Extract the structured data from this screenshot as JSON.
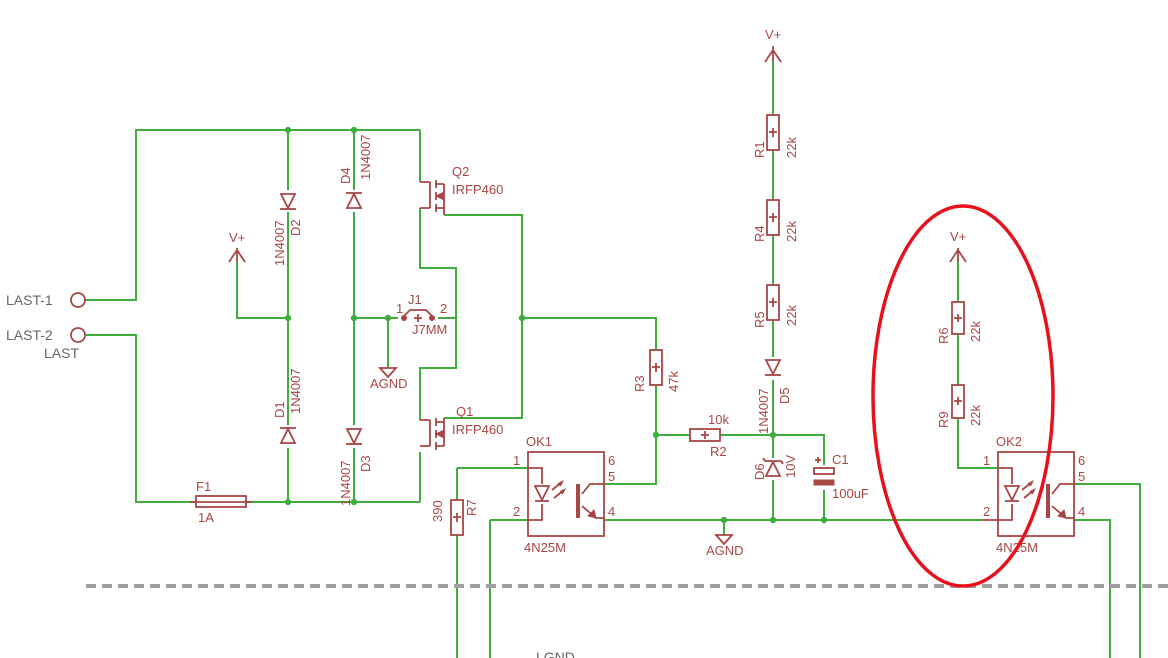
{
  "connectors": {
    "last1": "LAST-1",
    "last2": "LAST-2",
    "last": "LAST"
  },
  "supply": {
    "vplus": "V+",
    "agnd": "AGND",
    "lgnd": "LGND"
  },
  "components": {
    "d1": {
      "name": "D1",
      "value": "1N4007"
    },
    "d2": {
      "name": "D2",
      "value": "1N4007"
    },
    "d3": {
      "name": "D3",
      "value": "1N4007"
    },
    "d4": {
      "name": "D4",
      "value": "1N4007"
    },
    "d5": {
      "name": "D5",
      "value": "1N4007"
    },
    "d6": {
      "name": "D6",
      "value": "10V"
    },
    "q1": {
      "name": "Q1",
      "value": "IRFP460"
    },
    "q2": {
      "name": "Q2",
      "value": "IRFP460"
    },
    "j1": {
      "name": "J1",
      "value": "J7MM",
      "pin1": "1",
      "pin2": "2"
    },
    "f1": {
      "name": "F1",
      "value": "1A"
    },
    "r1": {
      "name": "R1",
      "value": "22k"
    },
    "r2": {
      "name": "R2",
      "value": "10k"
    },
    "r3": {
      "name": "R3",
      "value": "47k"
    },
    "r4": {
      "name": "R4",
      "value": "22k"
    },
    "r5": {
      "name": "R5",
      "value": "22k"
    },
    "r6": {
      "name": "R6",
      "value": "22k"
    },
    "r7": {
      "name": "R7",
      "value": "390"
    },
    "r9": {
      "name": "R9",
      "value": "22k"
    },
    "c1": {
      "name": "C1",
      "value": "100uF"
    },
    "ok1": {
      "name": "OK1",
      "value": "4N25M",
      "pins": [
        "1",
        "2",
        "4",
        "5",
        "6"
      ]
    },
    "ok2": {
      "name": "OK2",
      "value": "4N25M",
      "pins": [
        "1",
        "2",
        "4",
        "5",
        "6"
      ]
    }
  },
  "colors": {
    "wire": "#3fae3f",
    "component": "#a84646",
    "annotation": "#e8101a",
    "label": "#666666"
  }
}
